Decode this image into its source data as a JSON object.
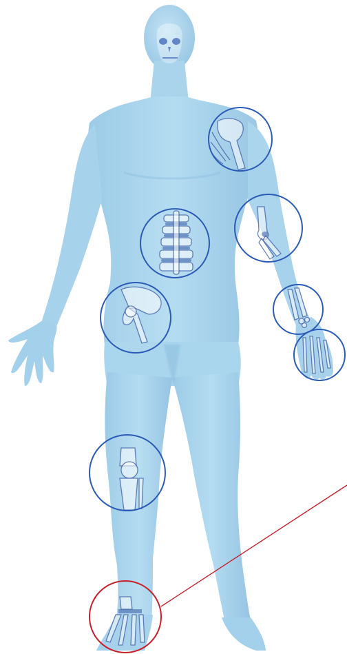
{
  "figure": {
    "body_color": "#abd7ef",
    "body_shadow_color": "#7fb7da",
    "skull_color": "#3d66b6"
  },
  "hotspots": [
    {
      "id": "shoulder",
      "name": "shoulder-hotspot",
      "ring_color": "#2a5bb6",
      "selected": false
    },
    {
      "id": "spine",
      "name": "spine-hotspot",
      "ring_color": "#2a5bb6",
      "selected": false
    },
    {
      "id": "elbow",
      "name": "elbow-hotspot",
      "ring_color": "#2a5bb6",
      "selected": false
    },
    {
      "id": "hip",
      "name": "hip-hotspot",
      "ring_color": "#2a5bb6",
      "selected": false
    },
    {
      "id": "wrist",
      "name": "wrist-hotspot",
      "ring_color": "#2a5bb6",
      "selected": false
    },
    {
      "id": "hand",
      "name": "hand-hotspot",
      "ring_color": "#2a5bb6",
      "selected": false
    },
    {
      "id": "knee",
      "name": "knee-hotspot",
      "ring_color": "#2a5bb6",
      "selected": false
    },
    {
      "id": "foot",
      "name": "foot-hotspot",
      "ring_color": "#c8202a",
      "selected": true
    }
  ],
  "pointer": {
    "color": "#c8202a",
    "target": "foot"
  }
}
